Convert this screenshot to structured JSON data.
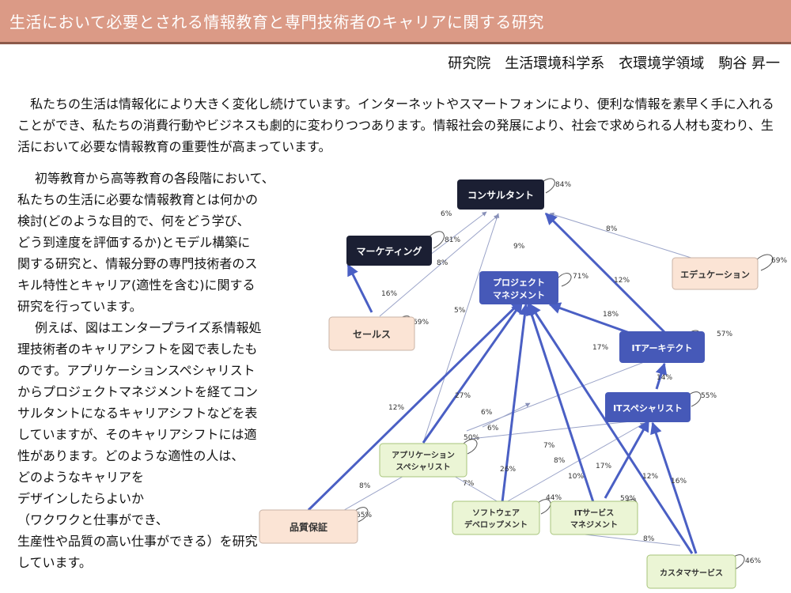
{
  "title": "生活において必要とされる情報教育と専門技術者のキャリアに関する研究",
  "author": "研究院　生活環境科学系　衣環境学領域　駒谷 昇一",
  "intro": "　私たちの生活は情報化により大きく変化し続けています。インターネットやスマートフォンにより、便利な情報を素早く手に入れることができ、私たちの消費行動やビジネスも劇的に変わりつつあります。情報社会の発展により、社会で求められる人材も変わり、生活において必要な情報教育の重要性が高まっています。",
  "body_lines": [
    "初等教育から高等教育の各段階において、",
    "私たちの生活に必要な情報教育とは何かの",
    "検討(どのような目的で、何をどう学び、",
    "どう到達度を評価するか)とモデル構築に",
    "関する研究と、情報分野の専門技術者のス",
    "キル特性とキャリア(適性を含む)に関する",
    "研究を行っています。",
    "例えば、図はエンタープライズ系情報処",
    "理技術者のキャリアシフトを図で表したも",
    "のです。アプリケーションスペシャリスト",
    "からプロジェクトマネジメントを経てコン",
    "サルタントになるキャリアシフトなどを表",
    "していますが、そのキャリアシフトには適",
    "性があります。どのような適性の人は、",
    "どのようなキャリアを",
    "デザインしたらよいか",
    "（ワクワクと仕事ができ、",
    "生産性や品質の高い仕事ができる）を研究",
    "しています。"
  ],
  "diagram": {
    "nodes": {
      "consultant": {
        "label": "コンサルタント",
        "self_pct": "84%"
      },
      "marketing": {
        "label": "マーケティング",
        "self_pct": "81%"
      },
      "education": {
        "label": "エデュケーション",
        "self_pct": "69%"
      },
      "pm": {
        "label1": "プロジェクト",
        "label2": "マネジメント",
        "self_pct": "71%"
      },
      "sales": {
        "label": "セールス",
        "self_pct": "69%"
      },
      "architect": {
        "label": "ITアーキテクト",
        "self_pct": "57%"
      },
      "specialist": {
        "label": "ITスペシャリスト",
        "self_pct": "55%"
      },
      "app": {
        "label1": "アプリケーション",
        "label2": "スペシャリスト",
        "self_pct": "50%"
      },
      "quality": {
        "label": "品質保証",
        "self_pct": "65%"
      },
      "software": {
        "label1": "ソフトウェア",
        "label2": "デベロップメント",
        "self_pct": "44%"
      },
      "itservice": {
        "label1": "ITサービス",
        "label2": "マネジメント",
        "self_pct": "59%"
      },
      "customer": {
        "label": "カスタマサービス",
        "self_pct": "46%"
      }
    },
    "edge_labels": [
      "6%",
      "8%",
      "9%",
      "8%",
      "5%",
      "12%",
      "16%",
      "18%",
      "17%",
      "14%",
      "12%",
      "27%",
      "6%",
      "6%",
      "8%",
      "7%",
      "26%",
      "7%",
      "8%",
      "10%",
      "17%",
      "12%",
      "16%",
      "8%"
    ],
    "colors": {
      "dark": "#1b1f33",
      "blue": "#4659b8",
      "peach": "#fbe4d5",
      "green": "#ebf5d5",
      "arrow": "#4a5fc4",
      "thin": "#9aa3c8"
    }
  }
}
